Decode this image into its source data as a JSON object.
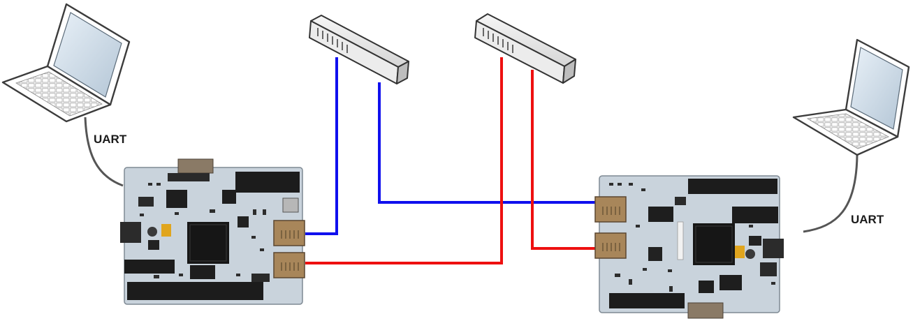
{
  "diagram": {
    "labels": {
      "uart_left": "UART",
      "uart_right": "UART"
    },
    "colors": {
      "network_a": "#1010ee",
      "network_b": "#ee1010",
      "serial_cable": "#555555",
      "board_pcb": "#c9d3dc",
      "ethernet_jack": "#a8865a"
    },
    "icons": [
      "laptop-icon",
      "network-switch-icon",
      "dev-board"
    ]
  }
}
